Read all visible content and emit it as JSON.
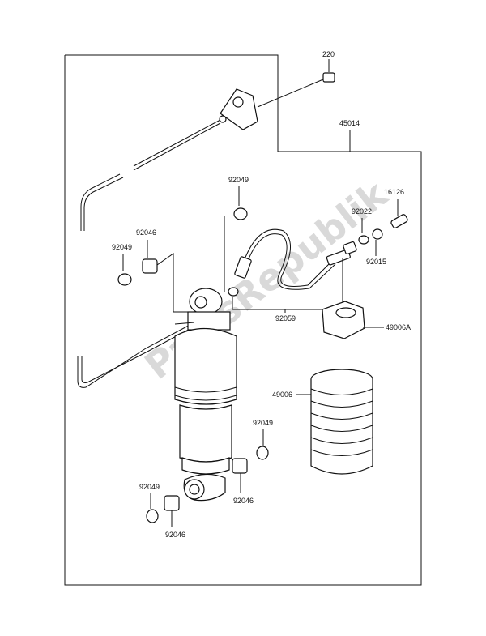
{
  "watermark": "PartsRepublik",
  "labels": {
    "p220": "220",
    "p45014": "45014",
    "p92049_top": "92049",
    "p16126": "16126",
    "p92022": "92022",
    "p92046_left": "92046",
    "p92049_left": "92049",
    "p92015": "92015",
    "p92059": "92059",
    "p49006A": "49006A",
    "p49006": "49006",
    "p92049_right": "92049",
    "p92049_bottom": "92049",
    "p92046_right": "92046",
    "p92046_bottom": "92046"
  }
}
